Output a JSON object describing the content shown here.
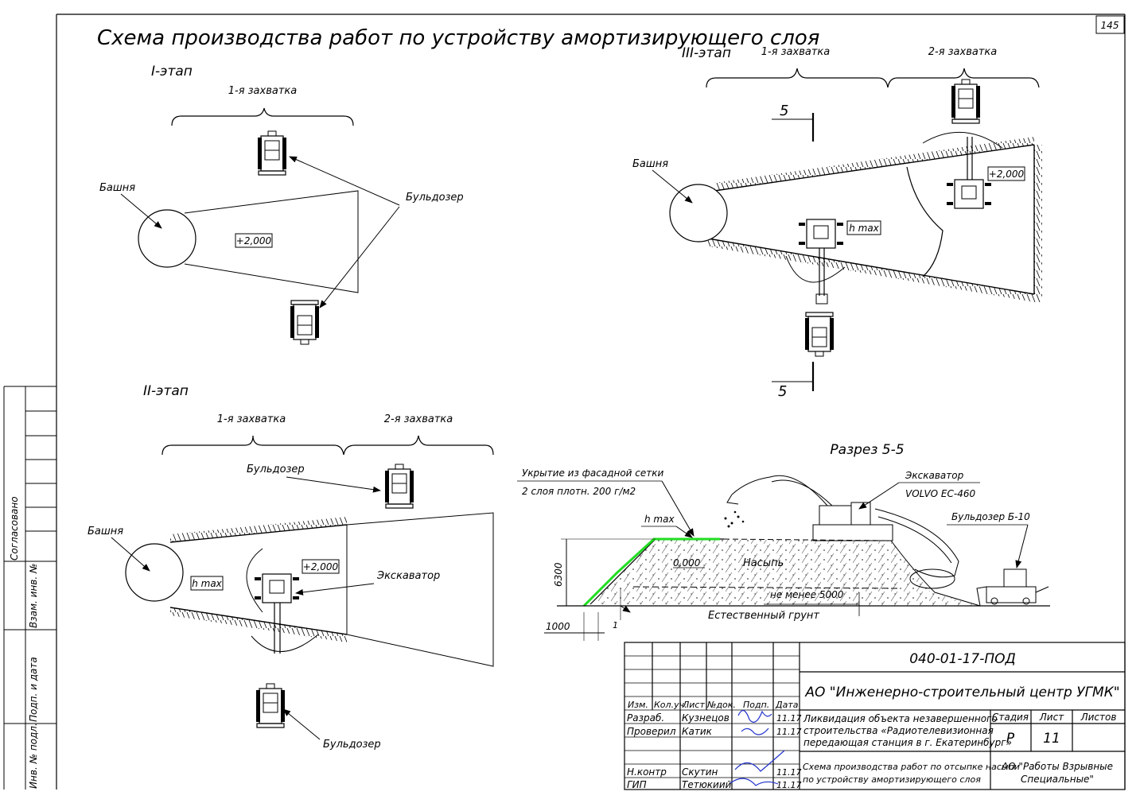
{
  "sheet_number": "145",
  "title": "Схема производства работ по устройству амортизирующего слоя",
  "stage1": {
    "label": "I-этап",
    "zone_label": "1-я захватка",
    "tower": "Башня",
    "level": "+2,000",
    "bulldozer": "Бульдозер"
  },
  "stage2": {
    "label": "II-этап",
    "zone1": "1-я захватка",
    "zone2": "2-я захватка",
    "tower": "Башня",
    "bulldozer_top": "Бульдозер",
    "bulldozer_bottom": "Бульдозер",
    "hmax": "h max",
    "level": "+2,000",
    "excavator": "Экскаватор"
  },
  "stage3": {
    "label": "III-этап",
    "zone1": "1-я захватка",
    "zone2": "2-я захватка",
    "tower": "Башня",
    "hmax": "h max",
    "level": "+2,000",
    "section_mark": "5"
  },
  "section": {
    "title": "Разрез 5-5",
    "cover_line1": "Укрытие из фасадной сетки",
    "cover_line2": "2 слоя плотн. 200 г/м2",
    "hmax": "h max",
    "level": "0,000",
    "fill": "Насыпь",
    "min_len": "не менее 5000",
    "ground": "Естественный грунт",
    "height": "6300",
    "width": "1000",
    "slope": "1",
    "excavator_line1": "Экскаватор",
    "excavator_line2": "VOLVO EC-460",
    "bulldozer": "Бульдозер Б-10"
  },
  "side_stamp": {
    "agreed": "Согласовано",
    "inv_replace": "Взам. инв. №",
    "sign_date": "Подп. и дата",
    "inv_orig": "Инв. № подл."
  },
  "title_block": {
    "doc_code": "040-01-17-ПОД",
    "company": "АО \"Инженерно-строительный центр УГМК\"",
    "headers": [
      "Изм.",
      "Кол.уч.",
      "Лист",
      "№док.",
      "Подп.",
      "Дата"
    ],
    "rows": [
      {
        "role": "Разраб.",
        "name": "Кузнецов",
        "date": "11.17"
      },
      {
        "role": "Проверил",
        "name": "Катик",
        "date": "11.17"
      },
      {
        "role": "Н.контр",
        "name": "Скутин",
        "date": "11.17"
      },
      {
        "role": "ГИП",
        "name": "Тетюкиий",
        "date": "11.17"
      }
    ],
    "project_line1": "Ликвидация объекта незавершенного",
    "project_line2": "строительства «Радиотелевизионная",
    "project_line3": "передающая станция в г. Екатеринбург»",
    "stage_header": "Стадия",
    "sheet_header": "Лист",
    "sheets_header": "Листов",
    "stage_value": "Р",
    "sheet_value": "11",
    "sheets_value": "",
    "drawing_line1": "Схема производства работ по отсыпке насыпи",
    "drawing_line2": "по устройству амортизирующего слоя",
    "org_line1": "АО \"Работы Взрывные",
    "org_line2": "Специальные\""
  },
  "colors": {
    "line": "#000000",
    "cover": "#22dd22"
  }
}
